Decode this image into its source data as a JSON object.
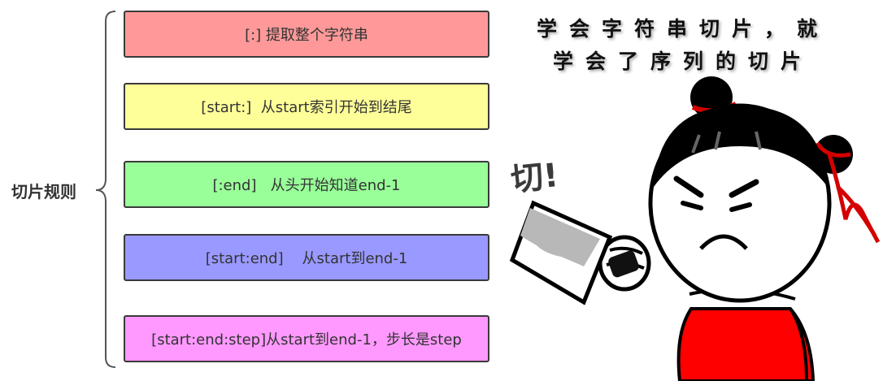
{
  "root_label": "切片规则",
  "caption": {
    "line1": "学会字符串切片，就",
    "line2": "学会了序列的切片"
  },
  "exclaim": "切!",
  "rules": [
    {
      "text": "[:] 提取整个字符串",
      "color": "#ff9999"
    },
    {
      "text": "[start:]  从start索引开始到结尾",
      "color": "#ffff99"
    },
    {
      "text": "[:end]   从头开始知道end-1",
      "color": "#99ff99"
    },
    {
      "text": "[start:end]    从start到end-1",
      "color": "#9999ff"
    },
    {
      "text": "[start:end:step]从start到end-1，步长是step",
      "color": "#ff99ff"
    }
  ]
}
